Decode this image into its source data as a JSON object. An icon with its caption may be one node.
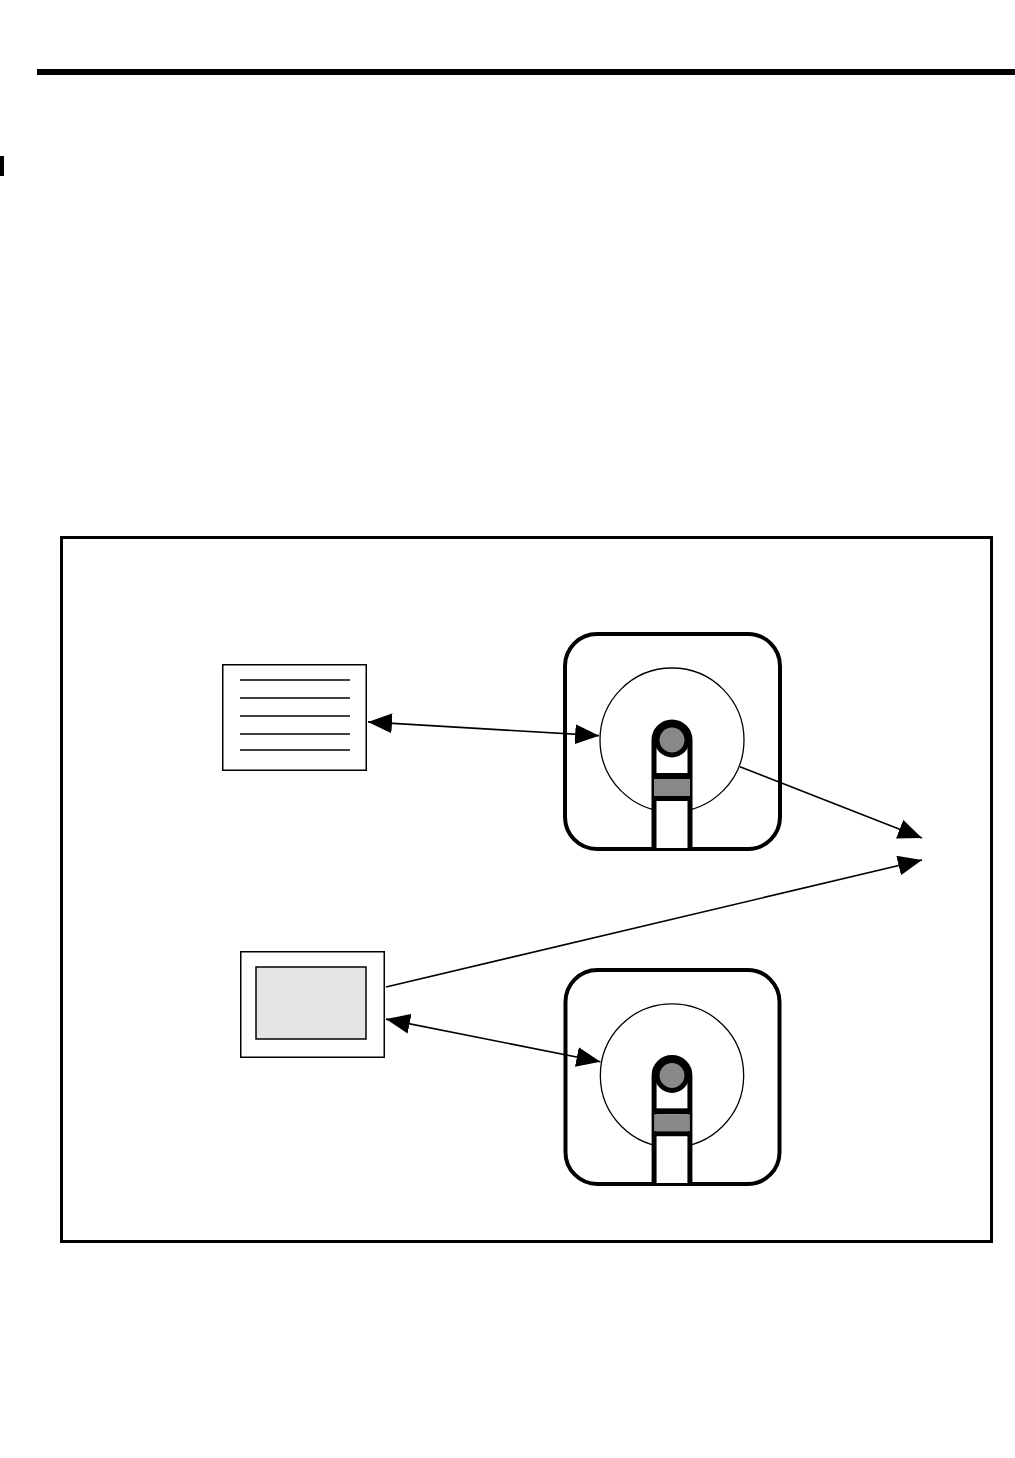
{
  "diagram": {
    "nodes": [
      {
        "text": [],
        "shape": "box"
      },
      {
        "text": [],
        "shape": "document",
        "in": 0
      },
      {
        "text": [],
        "shape": "sensor",
        "in": 0
      },
      {
        "text": [],
        "shape": "screen",
        "in": 0
      },
      {
        "text": [],
        "shape": "sensor",
        "in": 0
      }
    ],
    "edges": [
      {
        "from": 1,
        "to": 2,
        "arrow": "both"
      },
      {
        "from": 2,
        "to": null,
        "arrow": "to"
      },
      {
        "from": 3,
        "to": null,
        "arrow": "to"
      },
      {
        "from": 3,
        "to": 4,
        "arrow": "both"
      }
    ]
  }
}
